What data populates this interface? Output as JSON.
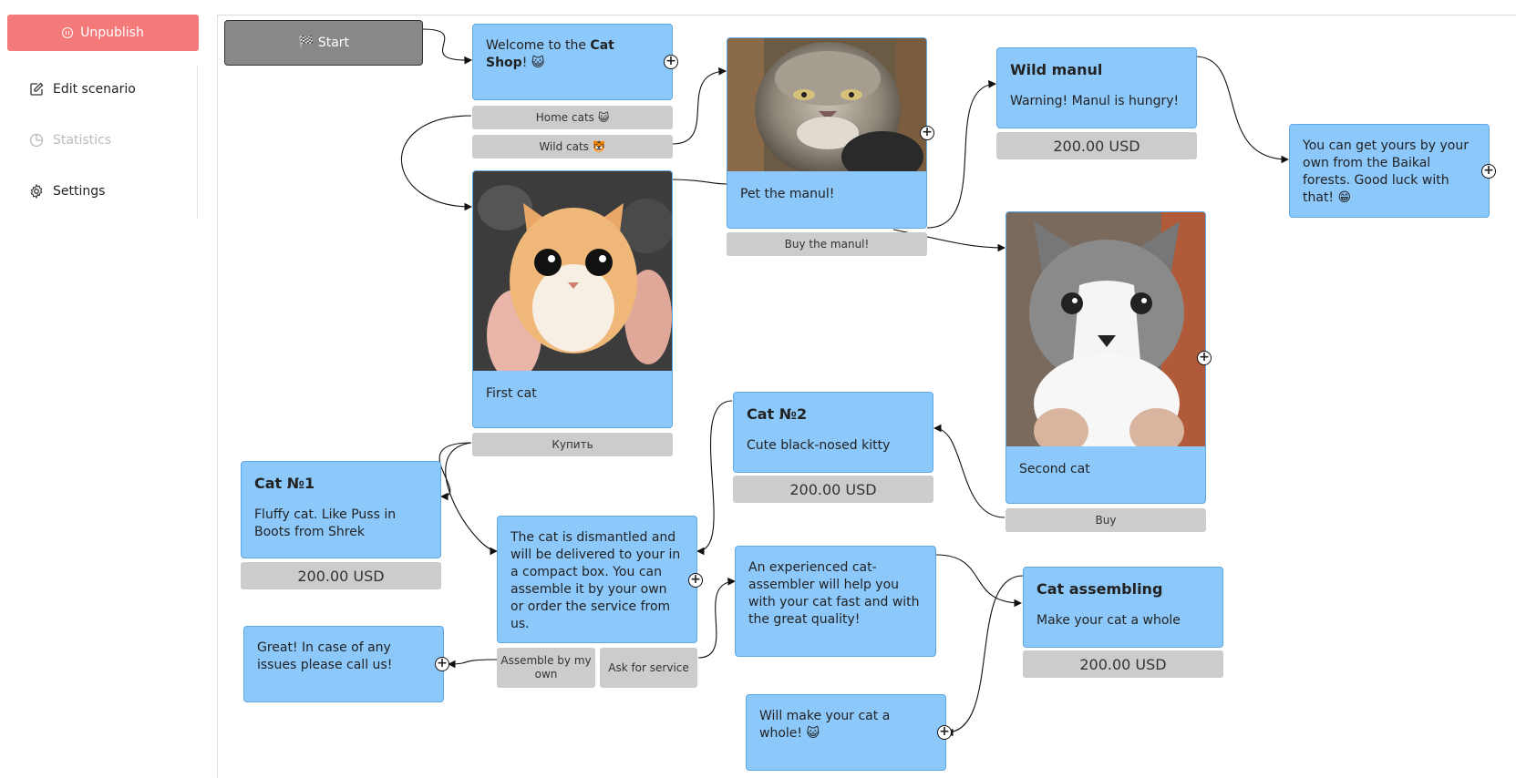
{
  "sidebar": {
    "unpublish_label": "Unpublish",
    "items": [
      {
        "label": "Edit scenario",
        "icon": "edit-icon",
        "disabled": false
      },
      {
        "label": "Statistics",
        "icon": "pie-chart-icon",
        "disabled": true
      },
      {
        "label": "Settings",
        "icon": "gear-icon",
        "disabled": false
      }
    ]
  },
  "colors": {
    "node_bg": "#8dc8fb",
    "node_border": "#5ea8e6",
    "button_bg": "#cccccc",
    "unpublish_bg": "#f47a7a",
    "start_bg": "#888888"
  },
  "canvas": {
    "start_label": "🏁 Start",
    "welcome": {
      "text_prefix": "Welcome to the ",
      "text_bold": "Cat Shop",
      "text_suffix": "! 😺"
    },
    "home_cats_btn": "Home cats 😺",
    "wild_cats_btn": "Wild cats 🐯",
    "manul": {
      "caption": "Pet the manul!",
      "button": "Buy the manul!"
    },
    "first_cat": {
      "caption": "First cat",
      "button": "Купить"
    },
    "wild_manul": {
      "title": "Wild manul",
      "text": "Warning! Manul is hungry!",
      "price": "200.00 USD"
    },
    "baikal": {
      "text": "You can get yours by your own from the Baikal forests. Good luck with that! 😁"
    },
    "second_cat": {
      "caption": "Second cat",
      "button": "Buy"
    },
    "cat2": {
      "title": "Cat №2",
      "text": "Cute black-nosed kitty",
      "price": "200.00 USD"
    },
    "cat1": {
      "title": "Cat №1",
      "text": "Fluffy cat. Like Puss in Boots from Shrek",
      "price": "200.00 USD"
    },
    "dismantled": {
      "text": "The cat is dismantled and will be delivered to your in a compact box. You can assemble it by your own or order the service from us.",
      "btn_assemble": "Assemble by my own",
      "btn_service": "Ask for service"
    },
    "experienced": {
      "text": "An experienced cat-assembler will help you with your cat fast and with the great quality!"
    },
    "assembling": {
      "title": "Cat assembling",
      "text": "Make your cat a whole",
      "price": "200.00 USD"
    },
    "great": {
      "text": "Great! In case of any issues please call us!"
    },
    "whole": {
      "text": "Will make your cat a whole! 😺"
    }
  }
}
